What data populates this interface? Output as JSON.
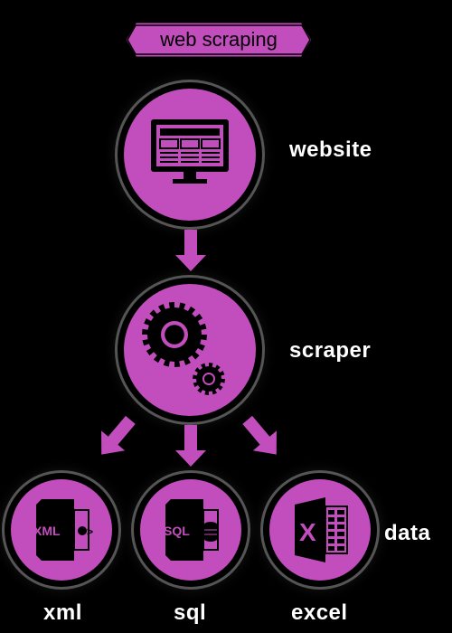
{
  "title": "web scraping",
  "nodes": {
    "website": {
      "label": "website",
      "icon": "monitor-icon"
    },
    "scraper": {
      "label": "scraper",
      "icon": "gears-icon"
    },
    "data": {
      "label": "data"
    }
  },
  "outputs": [
    {
      "label": "xml",
      "icon_text": "XML",
      "icon": "xml-file-icon"
    },
    {
      "label": "sql",
      "icon_text": "SQL",
      "icon": "sql-database-icon"
    },
    {
      "label": "excel",
      "icon_text": "X",
      "icon": "excel-icon"
    }
  ],
  "colors": {
    "accent": "#c24dbc",
    "background": "#000000",
    "text": "#ffffff"
  }
}
